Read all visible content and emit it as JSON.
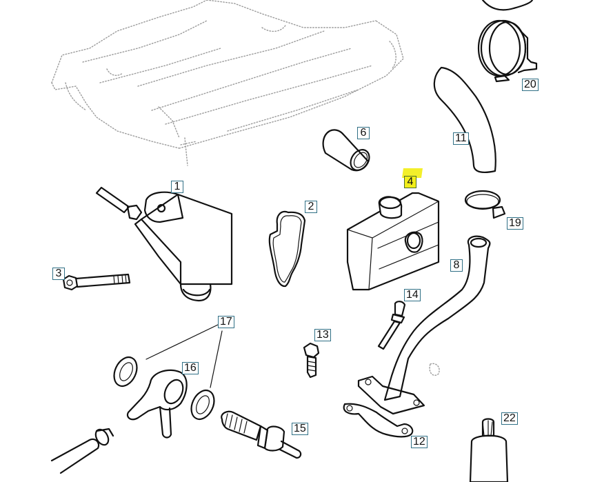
{
  "diagram": {
    "title": "Engine oil system parts exploded view",
    "highlight_color": "#f2ee1a",
    "label_border_color": "#2f6f85",
    "selected_part": "4",
    "callouts": [
      {
        "id": "1",
        "label": "1",
        "part": "oil-filter-housing"
      },
      {
        "id": "2",
        "label": "2",
        "part": "housing-gasket"
      },
      {
        "id": "3",
        "label": "3",
        "part": "flange-bolt"
      },
      {
        "id": "4",
        "label": "4",
        "part": "oil-reservoir",
        "selected": true
      },
      {
        "id": "6",
        "label": "6",
        "part": "short-hose"
      },
      {
        "id": "8",
        "label": "8",
        "part": "oil-pipe"
      },
      {
        "id": "11",
        "label": "11",
        "part": "curved-hose"
      },
      {
        "id": "12",
        "label": "12",
        "part": "pipe-gasket"
      },
      {
        "id": "13",
        "label": "13",
        "part": "hex-bolt"
      },
      {
        "id": "14",
        "label": "14",
        "part": "stud-bolt"
      },
      {
        "id": "15",
        "label": "15",
        "part": "banjo-bolt"
      },
      {
        "id": "16",
        "label": "16",
        "part": "banjo-fitting"
      },
      {
        "id": "17",
        "label": "17",
        "part": "sealing-washers"
      },
      {
        "id": "19",
        "label": "19",
        "part": "worm-drive-clamp"
      },
      {
        "id": "20",
        "label": "20",
        "part": "spring-clamp"
      },
      {
        "id": "22",
        "label": "22",
        "part": "oil-filter-cartridge"
      }
    ]
  }
}
